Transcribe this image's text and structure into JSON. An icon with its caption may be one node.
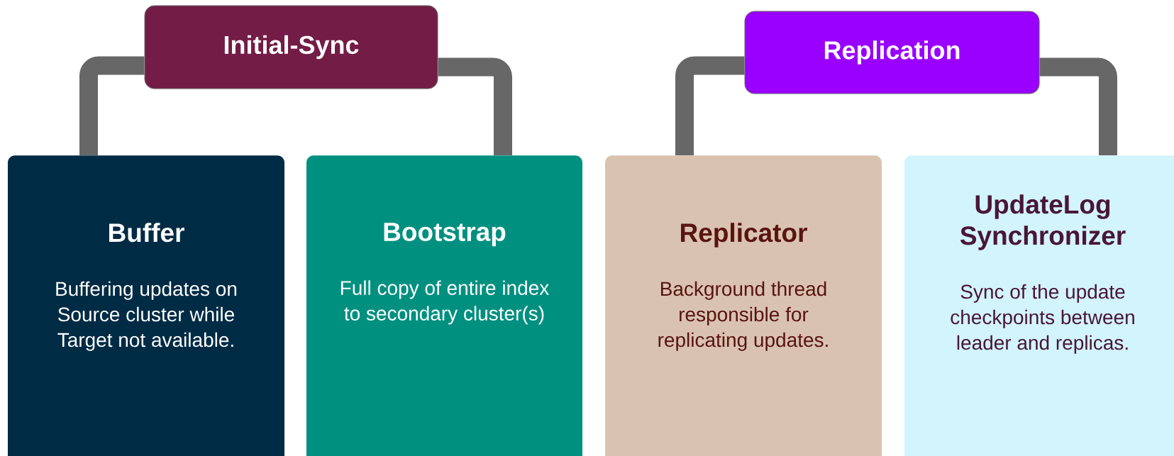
{
  "diagram": {
    "nodes": [
      {
        "text": [
          "Initial-Sync"
        ]
      },
      {
        "text": [
          "Replication"
        ]
      },
      {
        "text": [
          "Buffer",
          "Buffering updates on Source cluster while Target not available."
        ]
      },
      {
        "text": [
          "Bootstrap",
          "Full copy of entire index to secondary cluster(s)"
        ]
      },
      {
        "text": [
          "Replicator",
          "Background thread responsible for replicating updates."
        ]
      },
      {
        "text": [
          "UpdateLog Synchronizer",
          "Sync of the update checkpoints between leader and replicas."
        ]
      }
    ],
    "edges": [
      {
        "from": 0,
        "to": 2,
        "arrow": "none"
      },
      {
        "from": 0,
        "to": 3,
        "arrow": "none"
      },
      {
        "from": 1,
        "to": 4,
        "arrow": "none"
      },
      {
        "from": 1,
        "to": 5,
        "arrow": "none"
      }
    ]
  }
}
